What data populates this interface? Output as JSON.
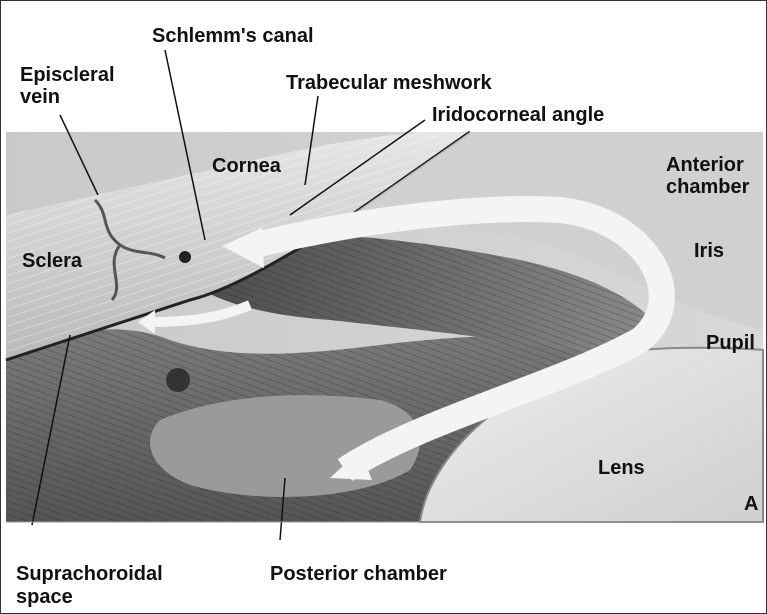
{
  "labels": {
    "schlemms_canal": "Schlemm's canal",
    "episcleral_vein_line1": "Episcleral",
    "episcleral_vein_line2": "vein",
    "trabecular_meshwork": "Trabecular meshwork",
    "iridocorneal_angle": "Iridocorneal angle",
    "cornea": "Cornea",
    "anterior_chamber_line1": "Anterior",
    "anterior_chamber_line2": "chamber",
    "iris": "Iris",
    "sclera": "Sclera",
    "pupil": "Pupil",
    "lens": "Lens",
    "panel_letter": "A",
    "suprachoroidal_space_line1": "Suprachoroidal",
    "suprachoroidal_space_line2": "space",
    "posterior_chamber": "Posterior chamber"
  }
}
